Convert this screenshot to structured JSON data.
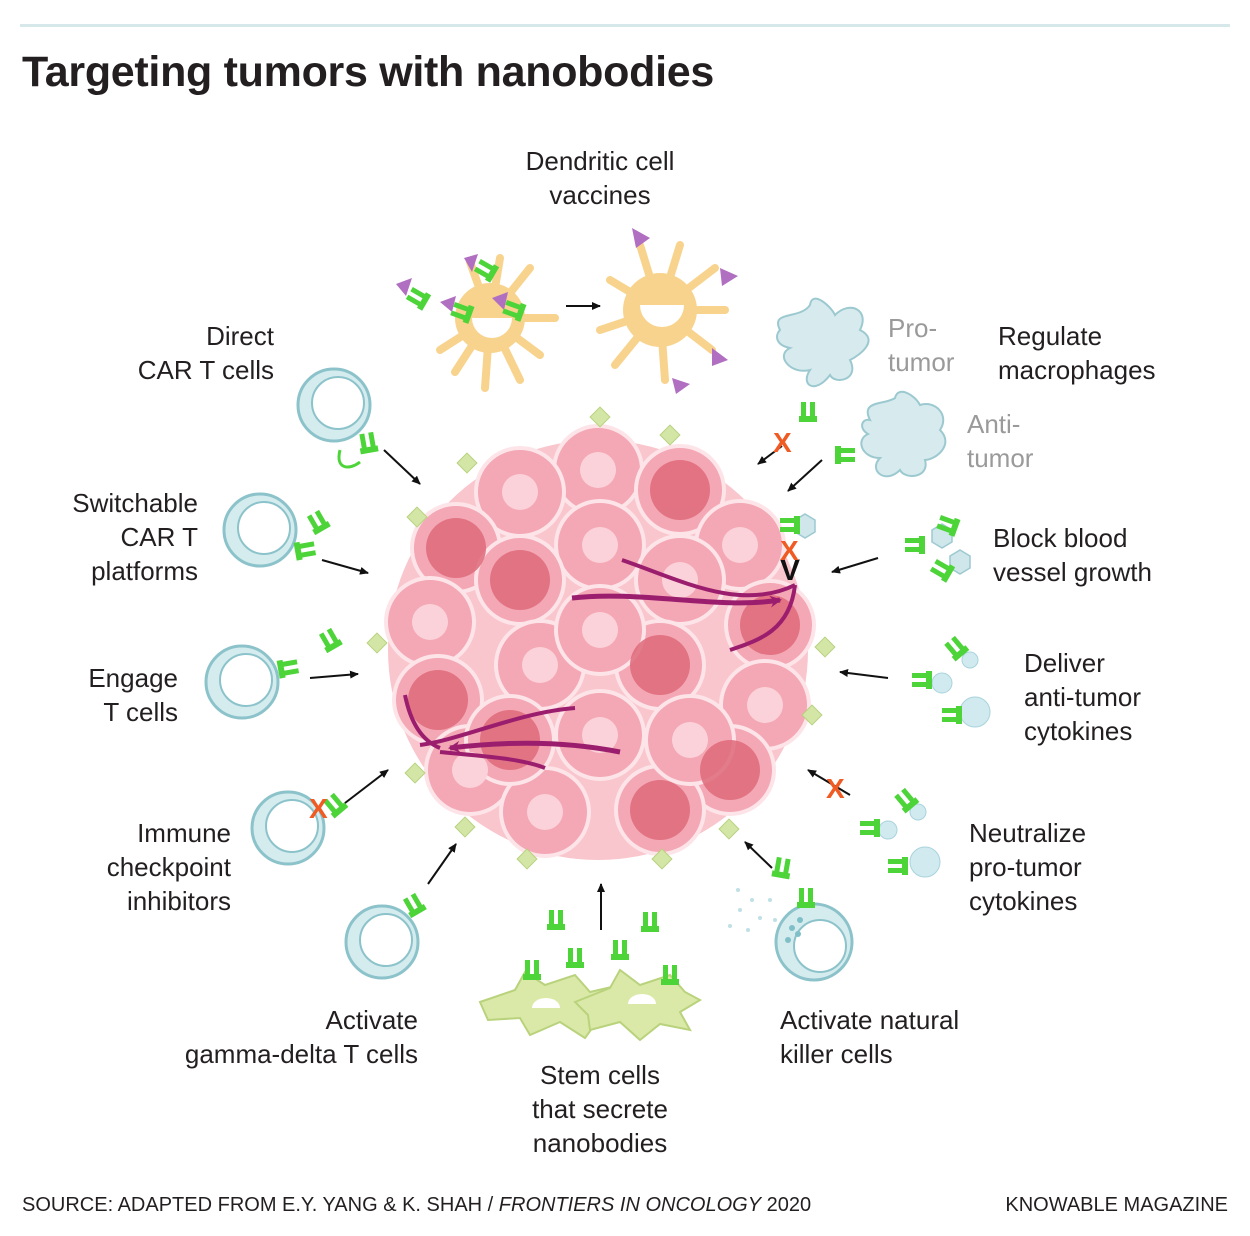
{
  "title": "Targeting tumors with nanobodies",
  "labels": {
    "dendritic": [
      "Dendritic cell",
      "vaccines"
    ],
    "direct_car_t": [
      "Direct",
      "CAR T cells"
    ],
    "switchable": [
      "Switchable",
      "CAR T",
      "platforms"
    ],
    "engage": [
      "Engage",
      "T cells"
    ],
    "checkpoint": [
      "Immune",
      "checkpoint",
      "inhibitors"
    ],
    "gamma_delta": [
      "Activate",
      "gamma-delta T cells"
    ],
    "stem_cells": [
      "Stem cells",
      "that secrete",
      "nanobodies"
    ],
    "natural_killer": [
      "Activate natural",
      "killer cells"
    ],
    "neutralize": [
      "Neutralize",
      "pro-tumor",
      "cytokines"
    ],
    "deliver": [
      "Deliver",
      "anti-tumor",
      "cytokines"
    ],
    "block": [
      "Block blood",
      "vessel growth"
    ],
    "macrophages": [
      "Regulate",
      "macrophages"
    ],
    "pro_tumor": [
      "Pro-",
      "tumor"
    ],
    "anti_tumor": [
      "Anti-",
      "tumor"
    ]
  },
  "footer": {
    "source_prefix": "SOURCE: ADAPTED FROM E.Y. YANG & K. SHAH / ",
    "source_journal": "FRONTIERS IN ONCOLOGY",
    "source_year": " 2020",
    "credit": "KNOWABLE MAGAZINE"
  },
  "colors": {
    "tcell_fill": "#d5ecef",
    "tcell_stroke": "#8cc3cb",
    "nanobody": "#4dd439",
    "tumor_light": "#f7b5c0",
    "tumor_dark": "#df6a7a",
    "vessel": "#9b1e6e",
    "dendritic": "#f8d38d",
    "antigen": "#b06fc0",
    "macrophage": "#cfe6ea",
    "stem": "#dbe9a8",
    "x_mark": "#f05a23"
  }
}
